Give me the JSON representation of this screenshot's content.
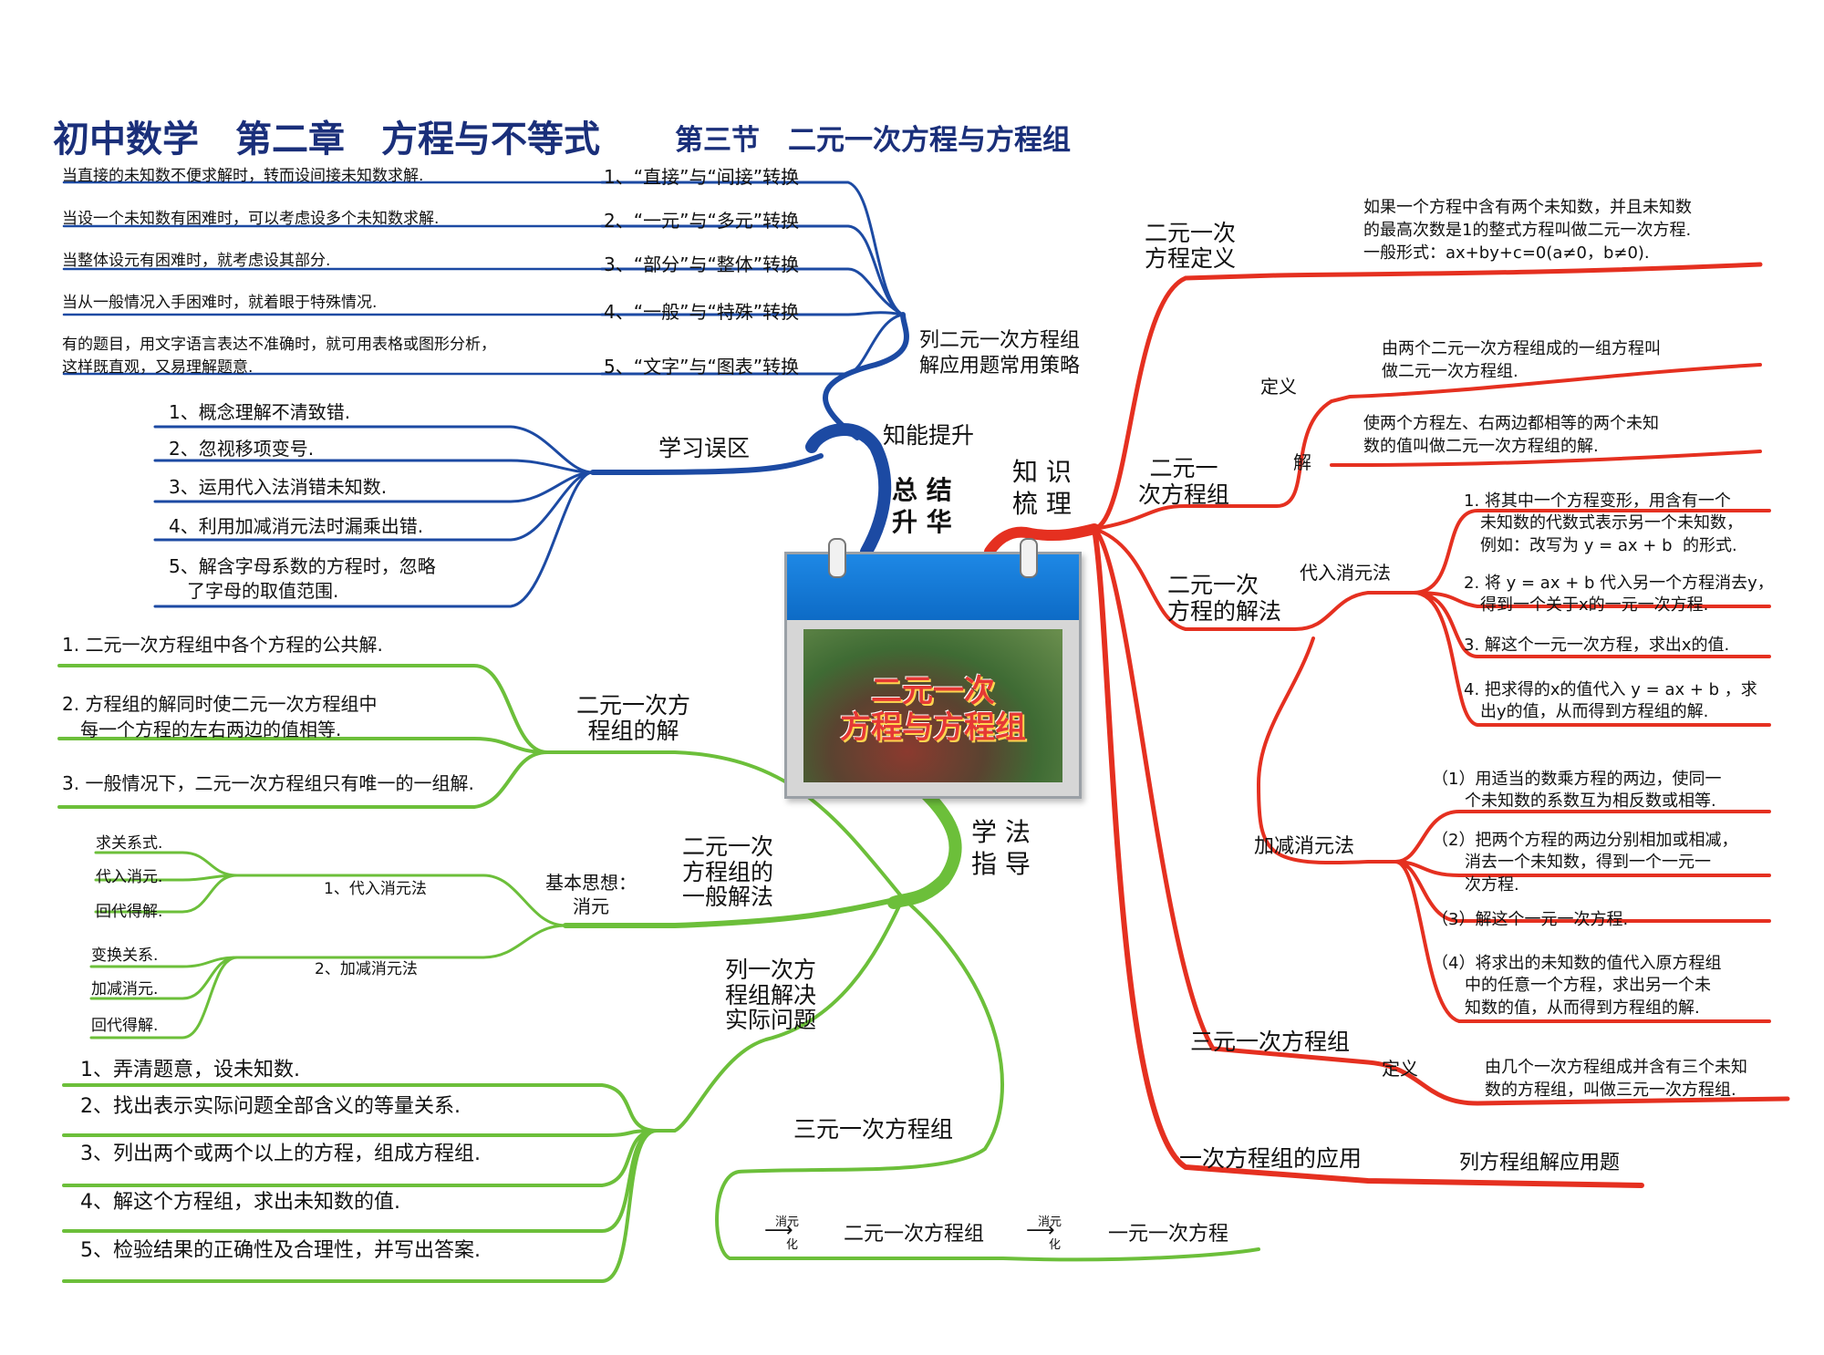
{
  "title": {
    "main": "初中数学　第二章　方程与不等式",
    "section": "第三节　二元一次方程与方程组"
  },
  "center": {
    "line1": "二元一次",
    "line2": "方程与方程组"
  },
  "hubs": {
    "zongjie": "总 结\n升 华",
    "zhishi": "知 识\n梳 理",
    "xuefa": "学 法\n指 导",
    "zhineng": "知能提升"
  },
  "strategy": {
    "label": "列二元一次方程组\n解应用题常用策略",
    "items": [
      {
        "num": "1、“直接”与“间接”转换",
        "desc": "当直接的未知数不便求解时，转而设间接未知数求解."
      },
      {
        "num": "2、“一元”与“多元”转换",
        "desc": "当设一个未知数有困难时，可以考虑设多个未知数求解."
      },
      {
        "num": "3、“部分”与“整体”转换",
        "desc": "当整体设元有困难时，就考虑设其部分."
      },
      {
        "num": "4、“一般”与“特殊”转换",
        "desc": "当从一般情况入手困难时，就着眼于特殊情况."
      },
      {
        "num": "5、“文字”与“图表”转换",
        "desc": "有的题目，用文字语言表达不准确时，就可用表格或图形分析，\n这样既直观，又易理解题意."
      }
    ]
  },
  "mistakes": {
    "label": "学习误区",
    "items": [
      "1、概念理解不清致错.",
      "2、忽视移项变号.",
      "3、运用代入法消错未知数.",
      "4、利用加减消元法时漏乘出错.",
      "5、解含字母系数的方程时，忽略\n　了字母的取值范围."
    ]
  },
  "solution_def": {
    "label": "二元一次方\n程组的解",
    "items": [
      "1. 二元一次方程组中各个方程的公共解.",
      "2. 方程组的解同时使二元一次方程组中\n　每一个方程的左右两边的值相等.",
      "3. 一般情况下，二元一次方程组只有唯一的一组解."
    ]
  },
  "general_method": {
    "label": "二元一次\n方程组的\n一般解法",
    "idea": "基本思想：\n消元",
    "sub1": {
      "label": "1、代入消元法",
      "items": [
        "求关系式.",
        "代入消元.",
        "回代得解."
      ]
    },
    "sub2": {
      "label": "2、加减消元法",
      "items": [
        "变换关系.",
        "加减消元.",
        "回代得解."
      ]
    }
  },
  "practical": {
    "label": "列一次方\n程组解决\n实际问题",
    "items": [
      "1、弄清题意，设未知数.",
      "2、找出表示实际问题全部含义的等量关系.",
      "3、列出两个或两个以上的方程，组成方程组.",
      "4、解这个方程组，求出未知数的值.",
      "5、检验结果的正确性及合理性，并写出答案."
    ]
  },
  "three_var": {
    "label": "三元一次方程组",
    "flow": [
      "消元",
      "化",
      "二元一次方程组",
      "消元",
      "化",
      "一元一次方程"
    ]
  },
  "right": {
    "eq_def": {
      "label": "二元一次\n方程定义",
      "text": "如果一个方程中含有两个未知数，并且未知数\n的最高次数是1的整式方程叫做二元一次方程.\n一般形式：ax+by+c=0(a≠0，b≠0)."
    },
    "system": {
      "label": "二元一\n次方程组",
      "def_label": "定义",
      "def_text": "由两个二元一次方程组成的一组方程叫\n做二元一次方程组.",
      "sol_label": "解",
      "sol_text": "使两个方程左、右两边都相等的两个未知\n数的值叫做二元一次方程组的解."
    },
    "methods": {
      "label": "二元一次\n方程的解法",
      "sub": {
        "label": "代入消元法",
        "items": [
          "1. 将其中一个方程变形，用含有一个\n　未知数的代数式表示另一个未知数，\n　例如：改写为 y = ax + b  的形式.",
          "2. 将 y = ax + b 代入另一个方程消去y，\n　得到一个关于x的一元一次方程.",
          "3. 解这个一元一次方程，求出x的值.",
          "4. 把求得的x的值代入 y = ax + b ，求\n　出y的值，从而得到方程组的解."
        ]
      },
      "sub2": {
        "label": "加减消元法",
        "items": [
          "（1）用适当的数乘方程的两边，使同一\n　　个未知数的系数互为相反数或相等.",
          "（2）把两个方程的两边分别相加或相减，\n　　消去一个未知数，得到一个一元一\n　　次方程.",
          "（3）解这个一元一次方程.",
          "（4）将求出的未知数的值代入原方程组\n　　中的任意一个方程，求出另一个未\n　　知数的值，从而得到方程组的解."
        ]
      }
    },
    "three": {
      "label": "三元一次方程组",
      "def_label": "定义",
      "def_text": "由几个一次方程组成并含有三个未知\n数的方程组，叫做三元一次方程组."
    },
    "application": {
      "label": "一次方程组的应用",
      "text": "列方程组解应用题"
    }
  },
  "colors": {
    "blue": "#1c4aa3",
    "green": "#6cbf3a",
    "red": "#e53020",
    "title": "#1a2f7a"
  }
}
